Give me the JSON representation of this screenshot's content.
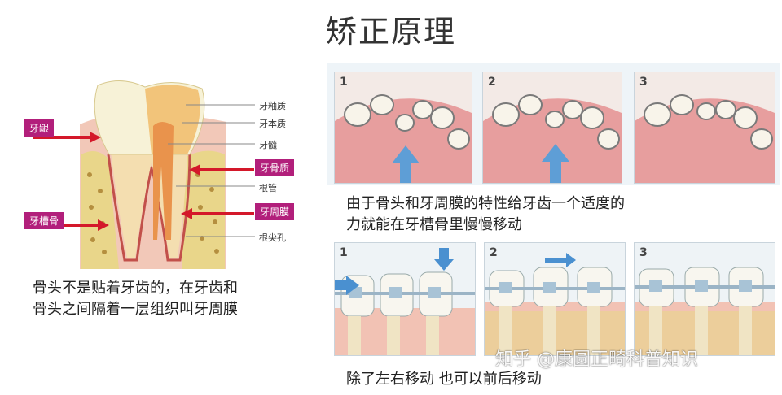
{
  "title": "矫正原理",
  "tooth_diagram": {
    "labels_right": [
      "牙釉质",
      "牙本质",
      "牙髓",
      "牙骨质",
      "根管",
      "牙周膜",
      "根尖孔"
    ],
    "labels_boxed_left": [
      "牙龈",
      "牙槽骨"
    ],
    "highlight_color": "#b21f7b",
    "arrow_color": "#d4182a"
  },
  "caption_left": {
    "line1": "骨头不是贴着牙齿的，在牙齿和",
    "line2": "骨头之间隔着一层组织叫牙周膜"
  },
  "top_sequence": {
    "steps": [
      "1",
      "2",
      "3"
    ],
    "caption_line1": "由于骨头和牙周膜的特性给牙齿一个适度的",
    "caption_line2": "力就能在牙槽骨里慢慢移动"
  },
  "bottom_sequence": {
    "steps": [
      "1",
      "2",
      "3"
    ],
    "caption": "除了左右移动 也可以前后移动"
  },
  "watermark": "知乎 @康圆正畸科普知识"
}
